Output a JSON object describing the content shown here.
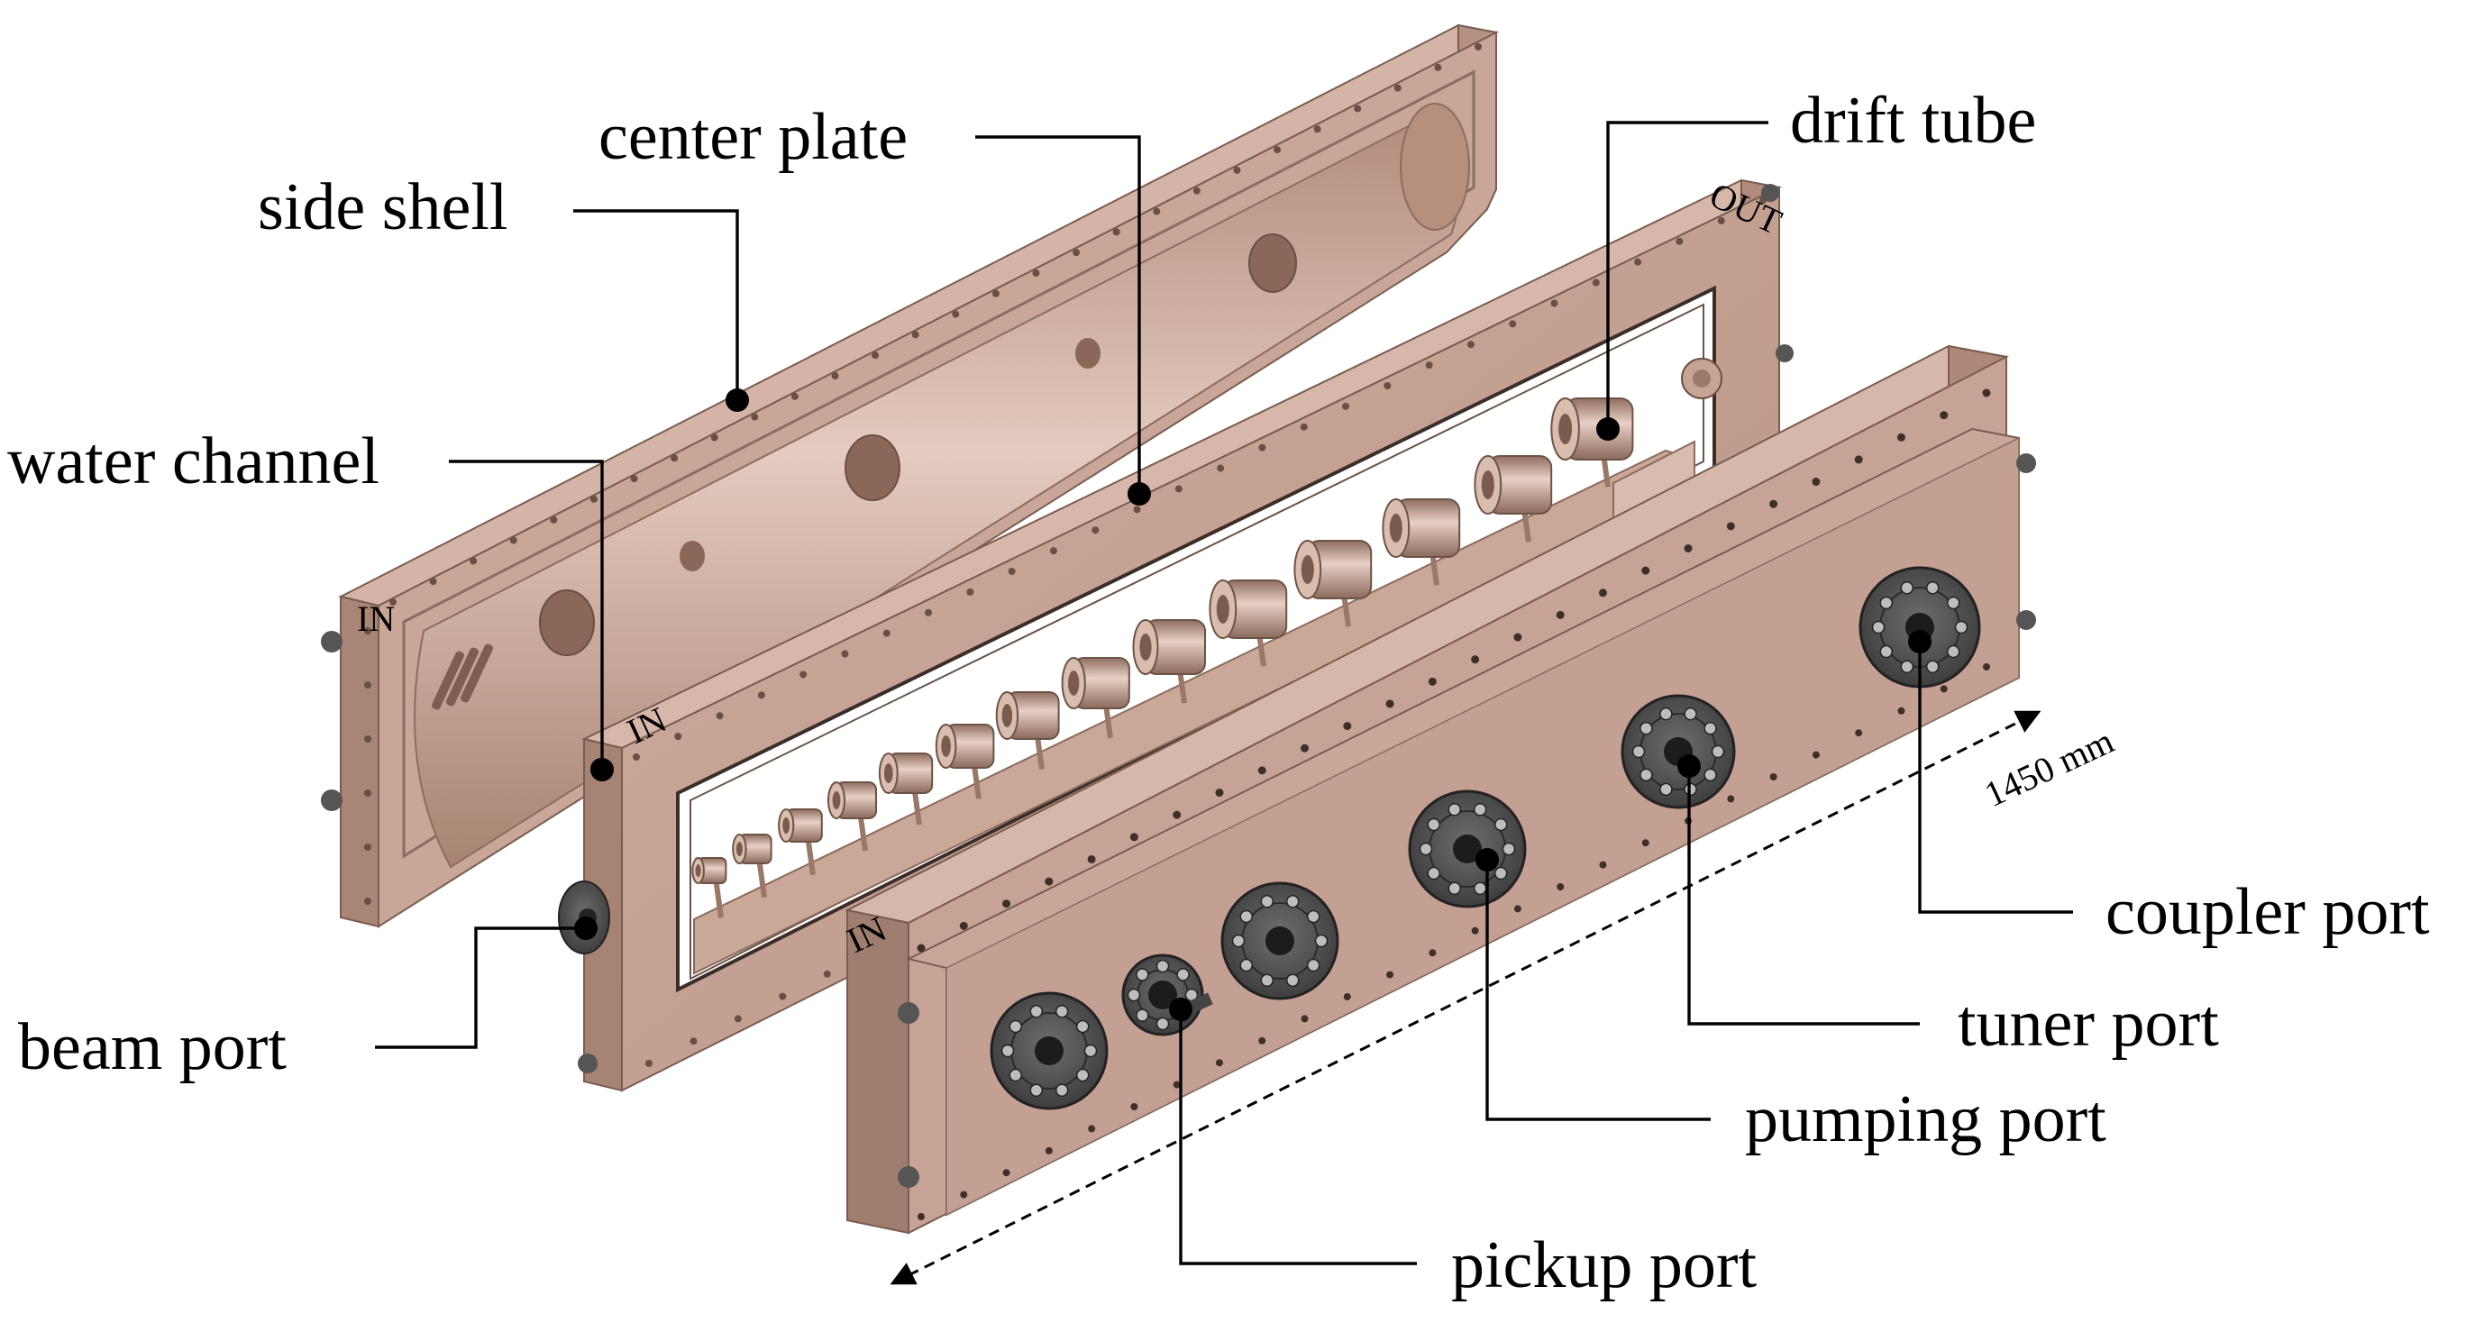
{
  "labels": {
    "side_shell": "side shell",
    "center_plate": "center plate",
    "drift_tube": "drift tube",
    "water_channel": "water channel",
    "beam_port": "beam port",
    "coupler_port": "coupler port",
    "tuner_port": "tuner port",
    "pumping_port": "pumping port",
    "pickup_port": "pickup port"
  },
  "dimension": {
    "length": "1450 mm"
  },
  "engravings": {
    "in": "IN",
    "out": "OUT"
  },
  "colors": {
    "copper_light": "#c7a394",
    "copper_mid": "#b89283",
    "copper_dark": "#a07f70",
    "steel": "#5a5a5a",
    "line": "#000000"
  }
}
